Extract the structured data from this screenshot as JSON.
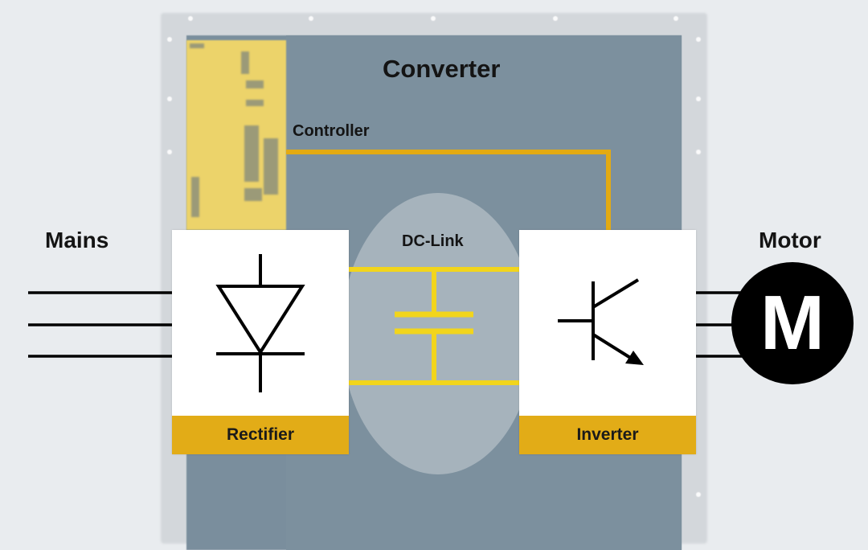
{
  "diagram": {
    "title": "Converter",
    "controller_label": "Controller",
    "dc_link_label": "DC-Link",
    "mains_label": "Mains",
    "motor_label": "Motor",
    "motor_symbol": "M",
    "rectifier_label": "Rectifier",
    "inverter_label": "Inverter"
  },
  "icons": {
    "rectifier": "diode-icon",
    "inverter": "transistor-icon",
    "dc_link": "capacitor-icon",
    "motor": "motor-icon"
  },
  "colors": {
    "accent": "#e2ac17",
    "dc_link_line": "#f2d51c",
    "controller_line": "#e3aa12",
    "cabinet": "#7a8e9d",
    "dc_link_circle": "#a6b3bc",
    "controller_module": "#ecd36a"
  }
}
